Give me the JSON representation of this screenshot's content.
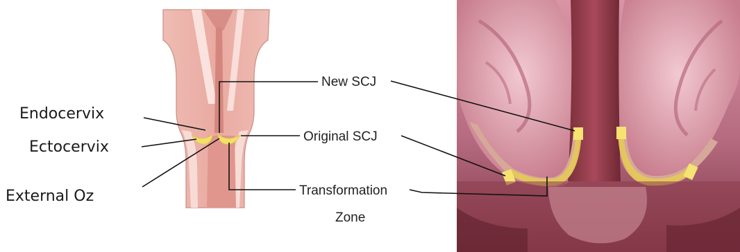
{
  "labels": {
    "endocervix": "Endocervix",
    "ectocervix": "Ectocervix",
    "external_os": "External Oz",
    "new_scj": "New SCJ",
    "original_scj": "Original SCJ",
    "transformation_zone_line1": "Transformation",
    "transformation_zone_line2": "Zone"
  },
  "colors": {
    "tissue_pink": "#edb4ad",
    "tissue_light": "#f7dcd6",
    "canal_dark": "#d88a82",
    "scj_yellow": "#f2e06a",
    "photo_deep": "#8e3f4c",
    "photo_mid": "#b8687a",
    "photo_light": "#e7b3bd"
  }
}
